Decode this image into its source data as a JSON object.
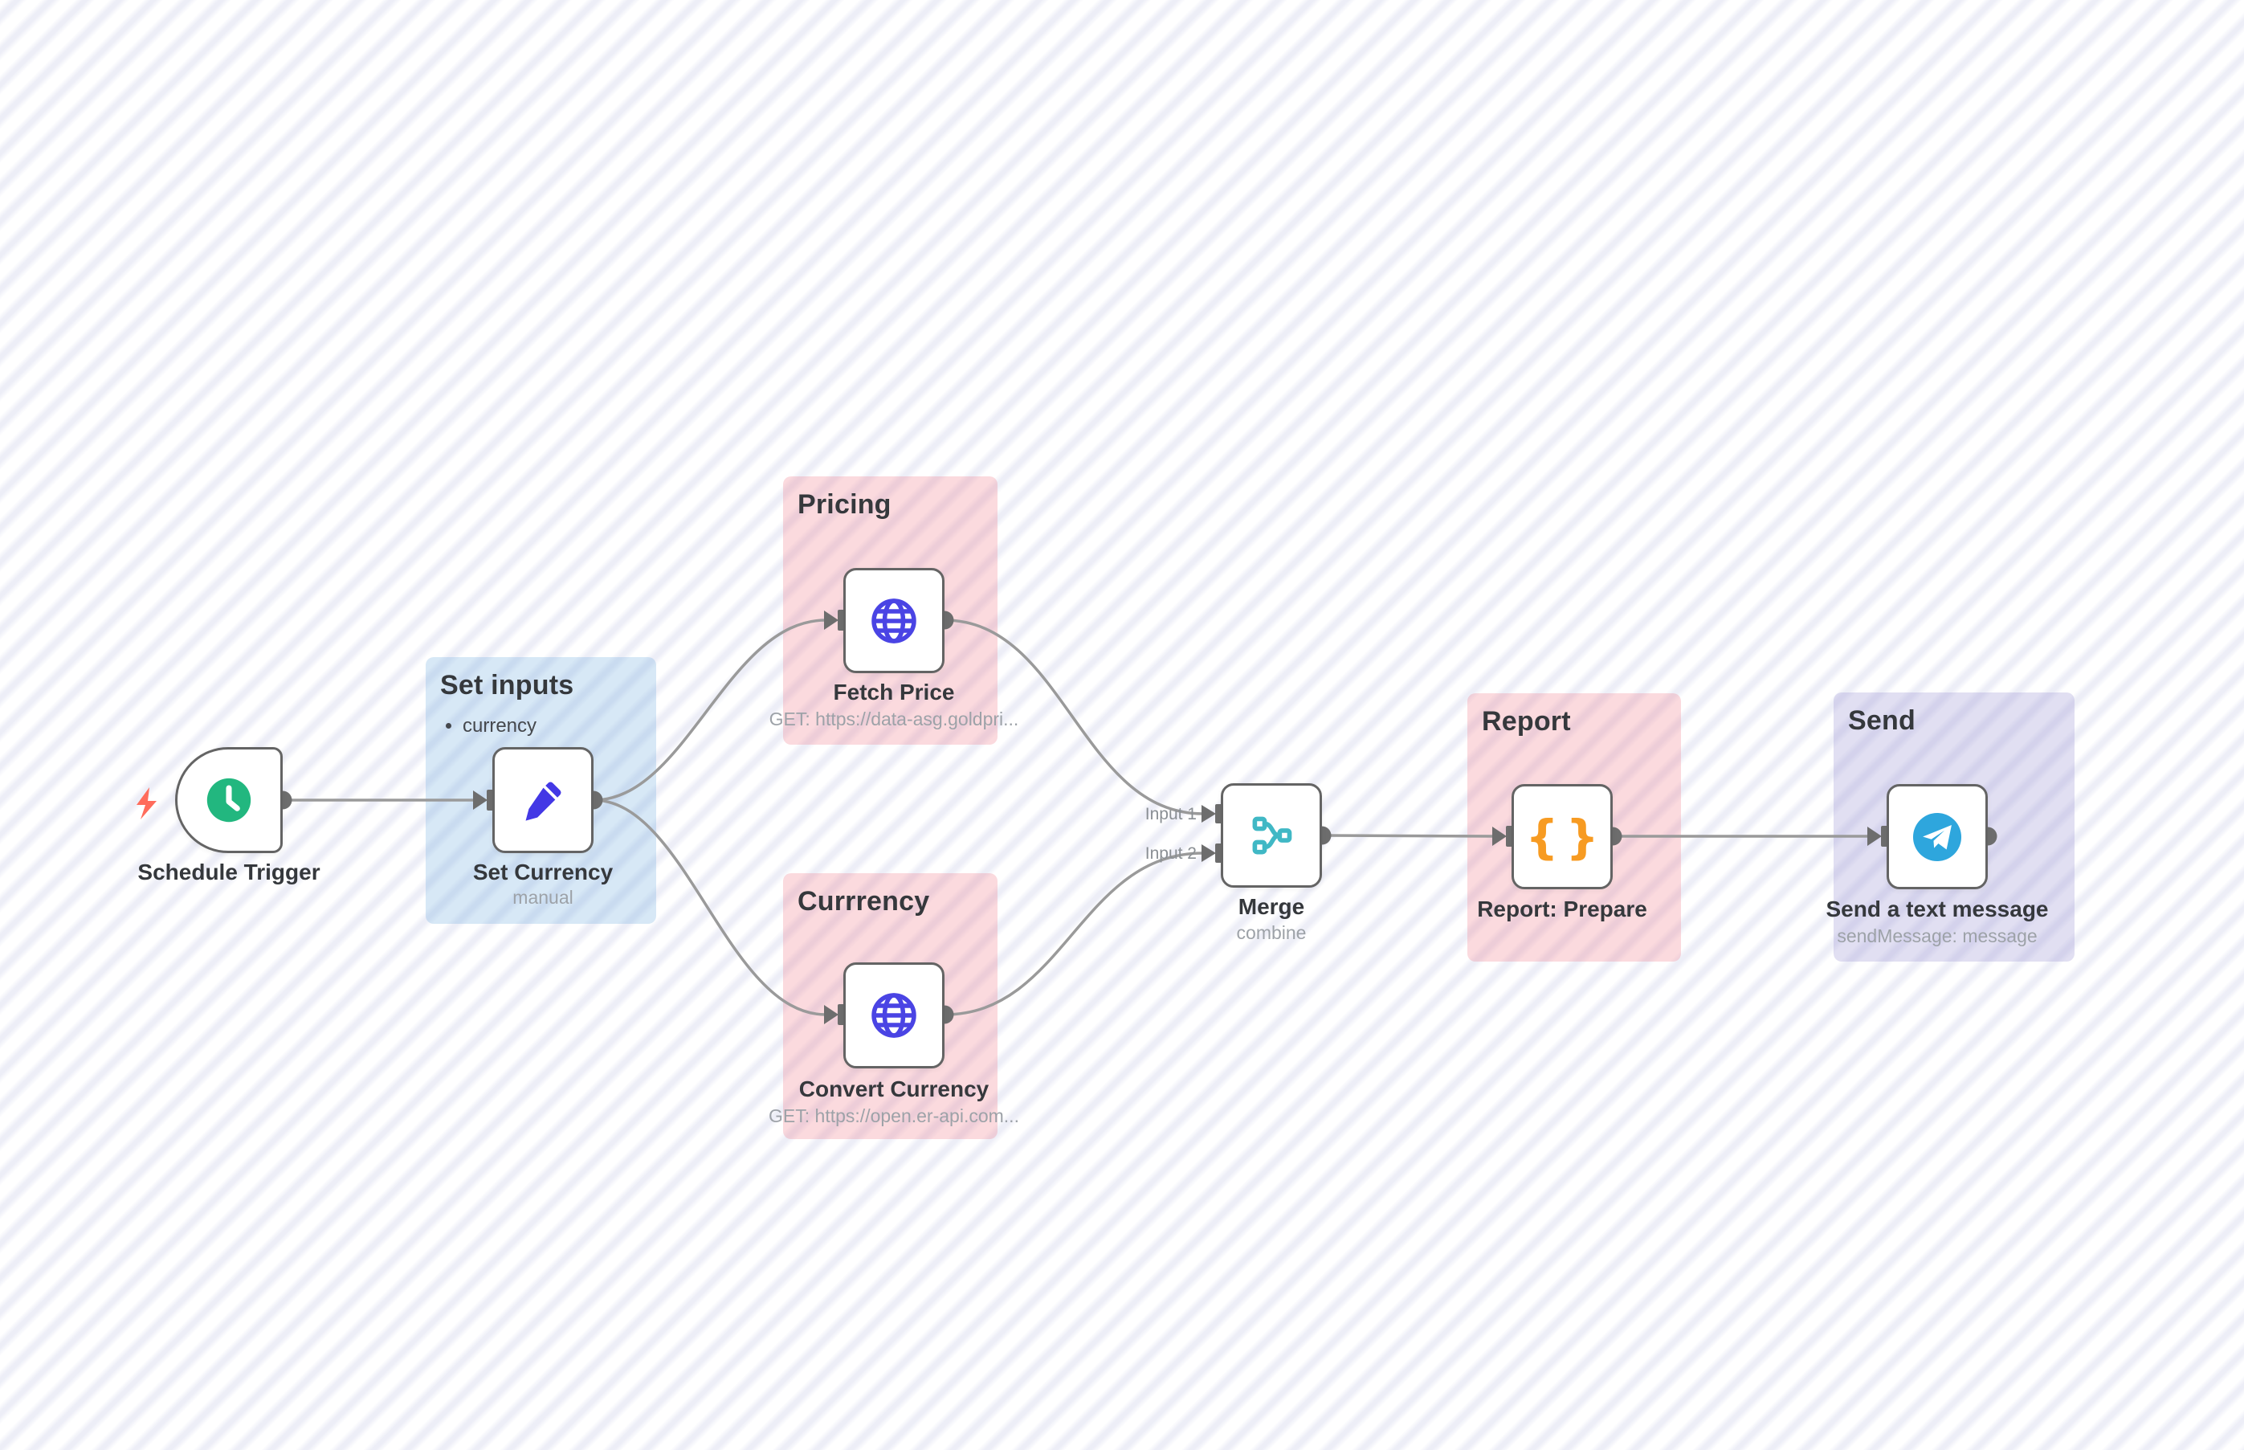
{
  "canvas": {
    "background_color": "#ffffff",
    "stripe_color": "#edeef7"
  },
  "groups": {
    "set_inputs": {
      "title": "Set inputs",
      "items": [
        "currency"
      ],
      "color": "#d9e7f4"
    },
    "pricing": {
      "title": "Pricing",
      "color": "#f9d8db"
    },
    "currrency": {
      "title": "Currrency",
      "color": "#f9d8db"
    },
    "report": {
      "title": "Report",
      "color": "#f9d8db"
    },
    "send": {
      "title": "Send",
      "color": "#e4e2f2"
    }
  },
  "nodes": {
    "schedule_trigger": {
      "label": "Schedule Trigger"
    },
    "set_currency": {
      "label": "Set Currency",
      "sublabel": "manual"
    },
    "fetch_price": {
      "label": "Fetch Price",
      "sublabel": "GET: https://data-asg.goldpri..."
    },
    "convert_currency": {
      "label": "Convert Currency",
      "sublabel": "GET: https://open.er-api.com..."
    },
    "merge": {
      "label": "Merge",
      "sublabel": "combine",
      "inputs": [
        "Input 1",
        "Input 2"
      ]
    },
    "report_prepare": {
      "label": "Report: Prepare",
      "icon_glyph": "{}"
    },
    "send_text": {
      "label": "Send a text message",
      "sublabel": "sendMessage: message"
    }
  },
  "icons": {
    "schedule_trigger": "clock-icon",
    "set_currency": "pencil-icon",
    "fetch_price": "globe-icon",
    "convert_currency": "globe-icon",
    "merge": "merge-branches-icon",
    "report_prepare": "curly-braces-icon",
    "send_text": "telegram-icon",
    "trigger_hint": "lightning-bolt-icon"
  },
  "colors": {
    "node_border": "#646464",
    "connector": "#9a9a9a",
    "endpoint": "#6d6d6d",
    "trigger_green": "#22b77f",
    "pencil_blue": "#4338e5",
    "globe_blue": "#4a44e4",
    "merge_teal": "#40b8c5",
    "braces_orange": "#f79b22",
    "telegram_blue": "#2ea6dd",
    "bolt_coral": "#ff6c5c"
  }
}
